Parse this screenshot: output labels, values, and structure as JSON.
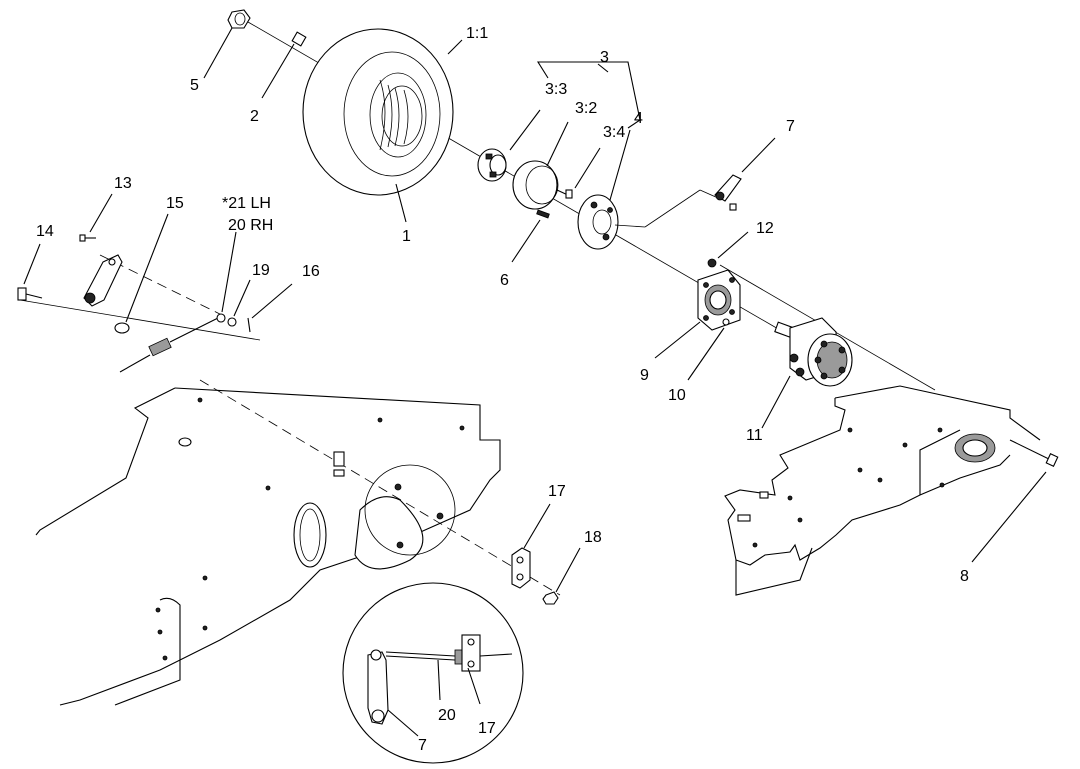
{
  "callouts": {
    "c1_1": "1:1",
    "c1": "1",
    "c2": "2",
    "c3": "3",
    "c3_2": "3:2",
    "c3_3": "3:3",
    "c3_4": "3:4",
    "c4": "4",
    "c5": "5",
    "c6": "6",
    "c7_top": "7",
    "c7_inset": "7",
    "c8": "8",
    "c9": "9",
    "c10": "10",
    "c11": "11",
    "c12": "12",
    "c13": "13",
    "c14": "14",
    "c15": "15",
    "c16": "16",
    "c17_top": "17",
    "c17_inset": "17",
    "c18": "18",
    "c19": "19",
    "c20_inset": "20",
    "c21_lh": "*21 LH",
    "c20_rh": "20 RH"
  }
}
